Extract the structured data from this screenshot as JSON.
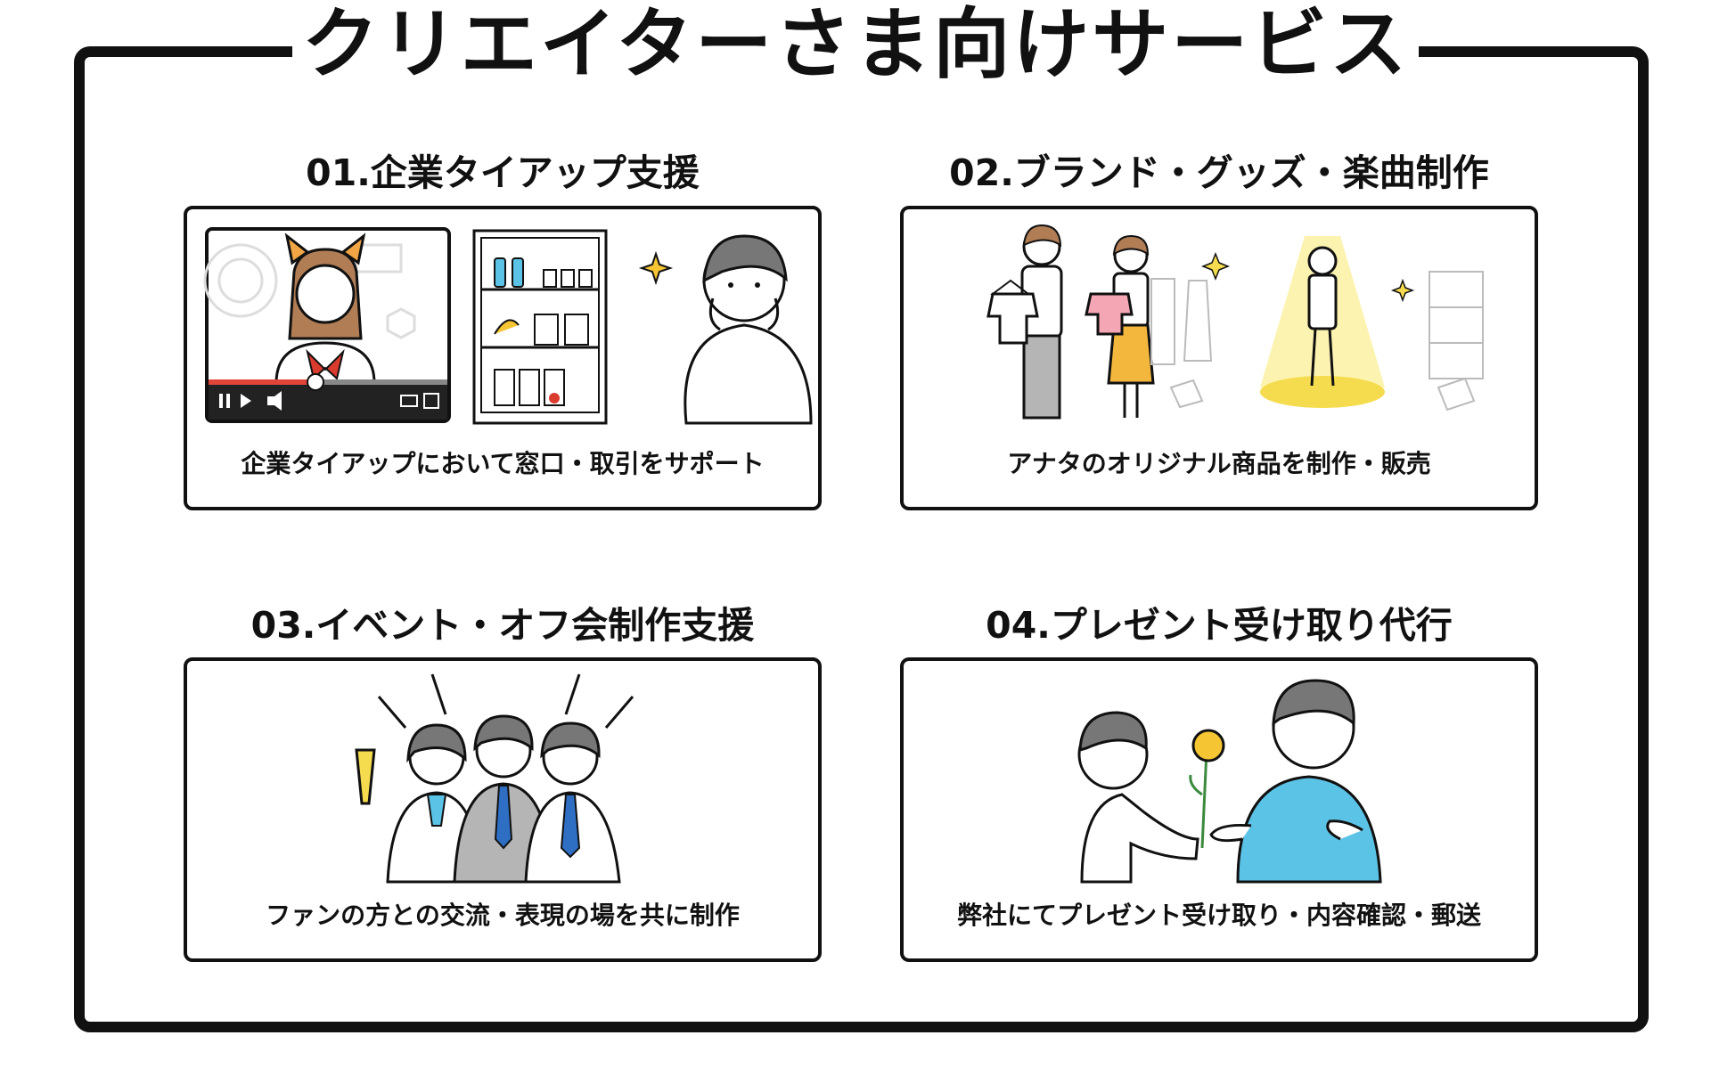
{
  "page": {
    "title": "クリエイターさま向けサービス"
  },
  "services": [
    {
      "heading": "01.企業タイアップ支援",
      "caption": "企業タイアップにおいて窓口・取引をサポート"
    },
    {
      "heading": "02.ブランド・グッズ・楽曲制作",
      "caption": "アナタのオリジナル商品を制作・販売"
    },
    {
      "heading": "03.イベント・オフ会制作支援",
      "caption": "ファンの方との交流・表現の場を共に制作"
    },
    {
      "heading": "04.プレゼント受け取り代行",
      "caption": "弊社にてプレゼント受け取り・内容確認・郵送"
    }
  ],
  "colors": {
    "line": "#111111",
    "video_progress": "#e0453a",
    "spotlight": "#f5dc4f",
    "shirt_blue": "#5bc3e6",
    "skirt_orange": "#f3b73e",
    "shirt_pink": "#f4a6b4",
    "scarf_red": "#d93c2f",
    "tie_blue": "#2e6fc4",
    "suit_gray": "#b5b5b5",
    "flower_yellow": "#f5c534"
  },
  "icons": [
    "video-player-icon",
    "vending-shelf-icon",
    "sparkle-icon",
    "hanger-icon",
    "spotlight-icon",
    "flower-icon"
  ]
}
